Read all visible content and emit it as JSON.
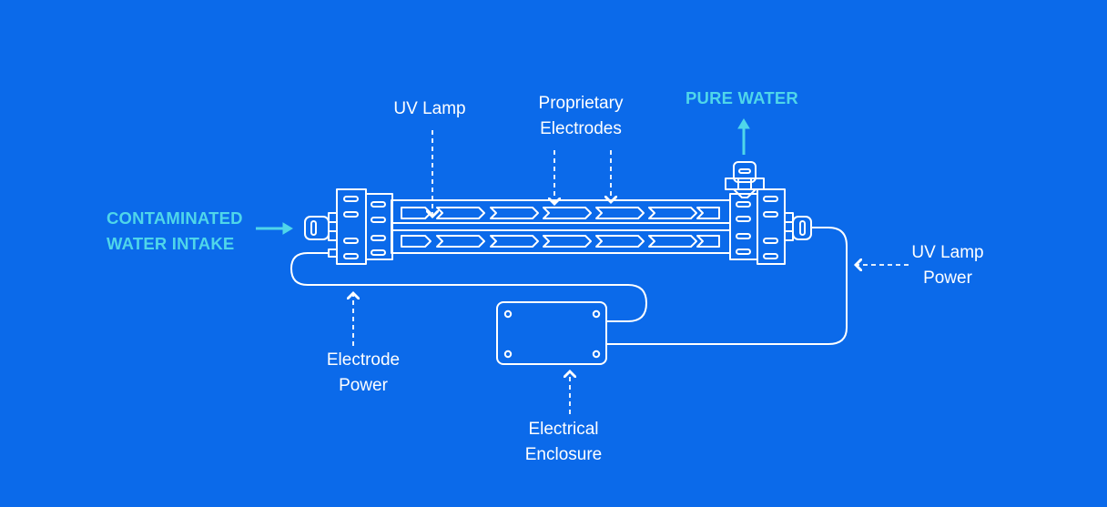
{
  "title": "UV water purification system diagram",
  "colors": {
    "background": "#0b6aea",
    "line": "#ffffff",
    "accent": "#4fd6ea"
  },
  "labels": {
    "intake": [
      "CONTAMINATED",
      "WATER INTAKE"
    ],
    "outlet": "PURE WATER",
    "uv_lamp": "UV Lamp",
    "electrodes": [
      "Proprietary",
      "Electrodes"
    ],
    "uv_lamp_power": [
      "UV Lamp",
      "Power"
    ],
    "electrode_power": [
      "Electrode",
      "Power"
    ],
    "enclosure": [
      "Electrical",
      "Enclosure"
    ]
  },
  "components": [
    {
      "id": "reactor-tube",
      "name": "Reactor tube with UV lamp and electrodes"
    },
    {
      "id": "left-end-cap",
      "name": "Inlet end cap"
    },
    {
      "id": "right-end-cap",
      "name": "Outlet end cap"
    },
    {
      "id": "outlet-fitting",
      "name": "Pure water outlet fitting"
    },
    {
      "id": "electrical-enclosure",
      "name": "Electrical enclosure"
    },
    {
      "id": "electrode-power-cable",
      "name": "Electrode power cable"
    },
    {
      "id": "uv-lamp-power-cable",
      "name": "UV lamp power cable"
    }
  ]
}
